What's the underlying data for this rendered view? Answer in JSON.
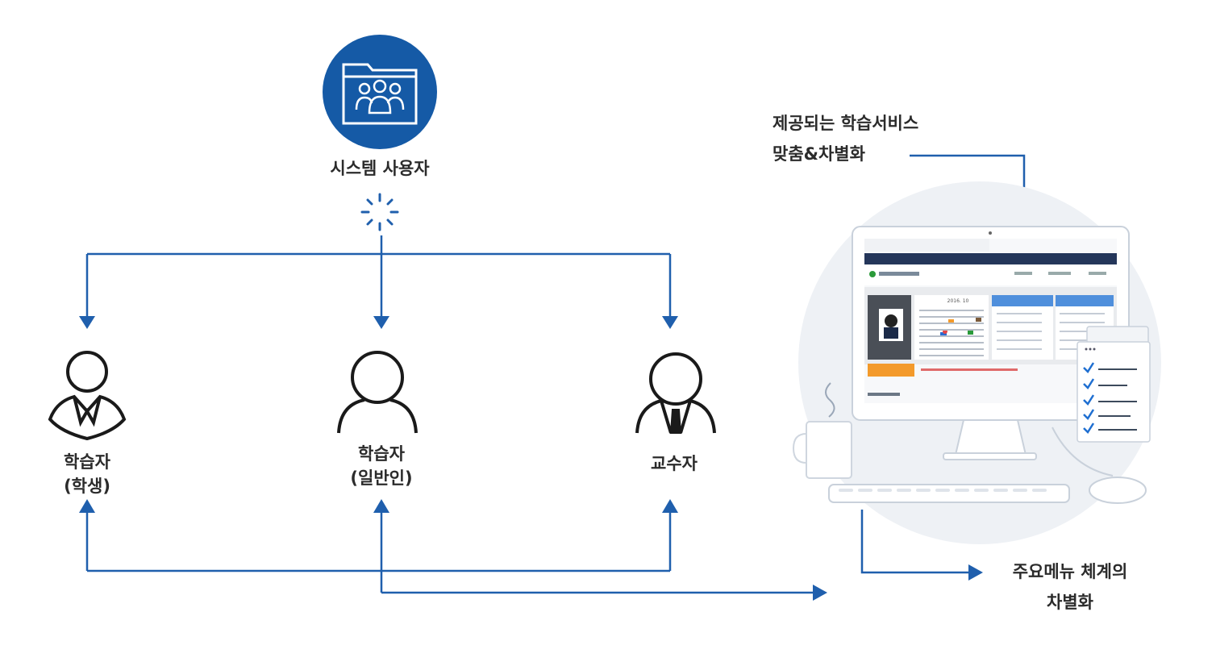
{
  "system_user": {
    "label": "시스템 사용자"
  },
  "learners": [
    {
      "line1": "학습자",
      "line2": "(학생)"
    },
    {
      "line1": "학습자",
      "line2": "(일반인)"
    },
    {
      "line1": "교수자",
      "line2": ""
    }
  ],
  "service_note": {
    "line1": "제공되는 학습서비스",
    "line2": "맞춤&차별화"
  },
  "menu_note": {
    "line1": "주요메뉴 체계의",
    "line2": "차별화"
  },
  "monitor_screen": {
    "date": "2016. 10"
  },
  "colors": {
    "accent": "#1a5aa8",
    "line": "#1f5fad",
    "icon_bg": "#155aa6",
    "orange": "#f39a2b",
    "navy": "#24365a"
  }
}
